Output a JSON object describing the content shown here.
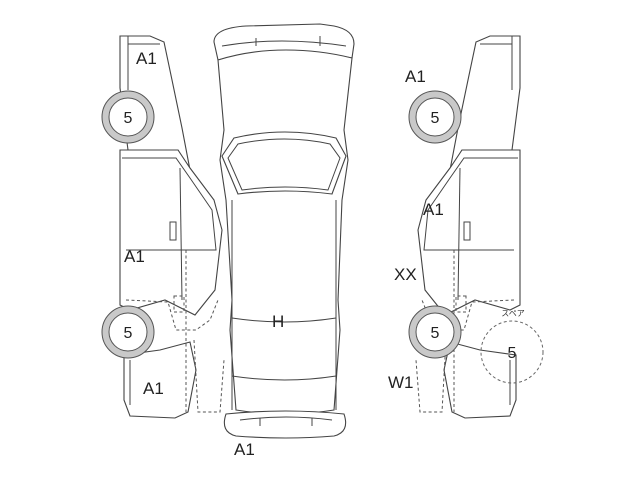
{
  "labels": {
    "left_front_fender": "A1",
    "right_front_fender": "A1",
    "right_front_door": "A1",
    "right_rear_door": "XX",
    "left_door": "A1",
    "roof": "H",
    "left_rear_quarter": "A1",
    "right_rear_quarter": "W1",
    "rear_bumper": "A1"
  },
  "tires": {
    "front_left": "5",
    "front_right": "5",
    "rear_left": "5",
    "rear_right": "5"
  },
  "spare": {
    "caption": "スペア",
    "value": "5"
  }
}
